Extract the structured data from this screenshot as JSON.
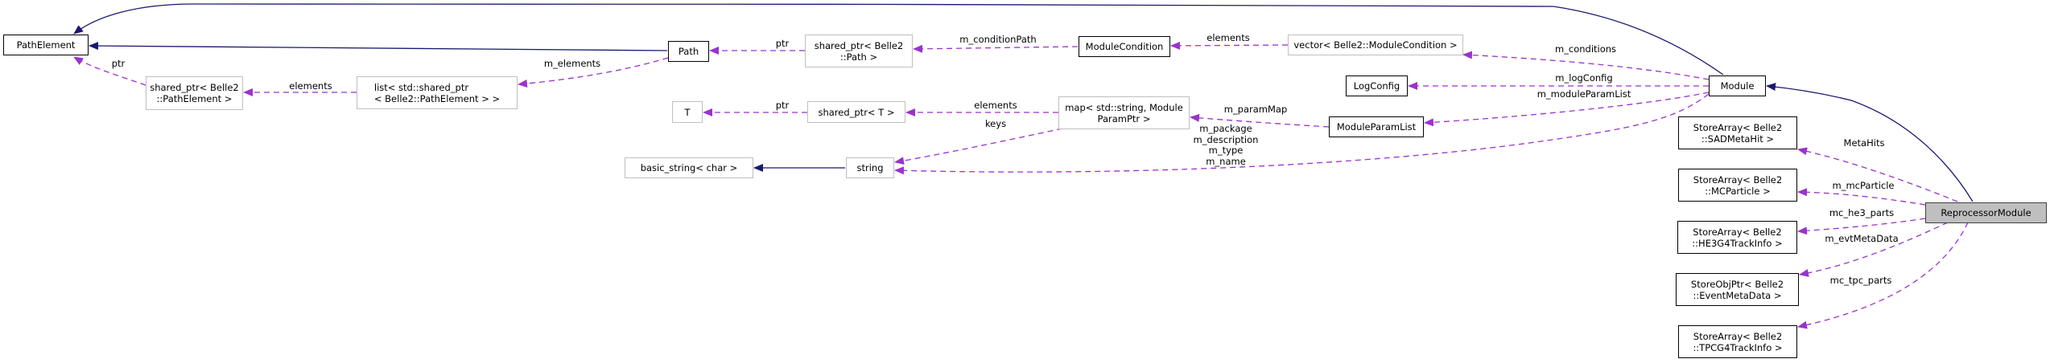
{
  "diagram": {
    "title": "ReprocessorModule collaboration graph",
    "colors": {
      "inheritance": "#191970",
      "usage": "#9a32cd",
      "focus_fill": "#bfbfbf",
      "documented_border": "#000000",
      "undocumented_border": "#bfbfbf"
    },
    "nodes": {
      "path_element": "PathElement",
      "shared_ptr_path_element": "shared_ptr< Belle2\n::PathElement >",
      "list_shared_ptr": "list< std::shared_ptr\n< Belle2::PathElement > >",
      "path": "Path",
      "shared_ptr_path": "shared_ptr< Belle2\n::Path >",
      "module_condition": "ModuleCondition",
      "vector_module_condition": "vector< Belle2::ModuleCondition >",
      "t": "T",
      "shared_ptr_t": "shared_ptr< T >",
      "map_param": "map< std::string, Module\nParamPtr >",
      "log_config": "LogConfig",
      "module_param_list": "ModuleParamList",
      "module": "Module",
      "basic_string": "basic_string< char >",
      "string": "string",
      "store_array_sad": "StoreArray< Belle2\n::SADMetaHit >",
      "store_array_mcparticle": "StoreArray< Belle2\n::MCParticle >",
      "store_array_he3": "StoreArray< Belle2\n::HE3G4TrackInfo >",
      "store_obj_ptr_evt": "StoreObjPtr< Belle2\n::EventMetaData >",
      "store_array_tpc": "StoreArray< Belle2\n::TPCG4TrackInfo >",
      "reprocessor_module": "ReprocessorModule"
    },
    "edge_labels": {
      "ptr_path_element": "ptr",
      "elements_list": "elements",
      "m_elements": "m_elements",
      "ptr_path": "ptr",
      "m_condition_path": "m_conditionPath",
      "elements_vector": "elements",
      "m_conditions": "m_conditions",
      "m_log_config": "m_logConfig",
      "m_module_param_list": "m_moduleParamList",
      "ptr_t": "ptr",
      "elements_map": "elements",
      "keys": "keys",
      "m_param_map": "m_paramMap",
      "module_strings": "m_package\nm_description\nm_type\nm_name",
      "meta_hits": "MetaHits",
      "m_mc_particle": "m_mcParticle",
      "mc_he3_parts": "mc_he3_parts",
      "m_evt_meta_data": "m_evtMetaData",
      "mc_tpc_parts": "mc_tpc_parts"
    }
  }
}
